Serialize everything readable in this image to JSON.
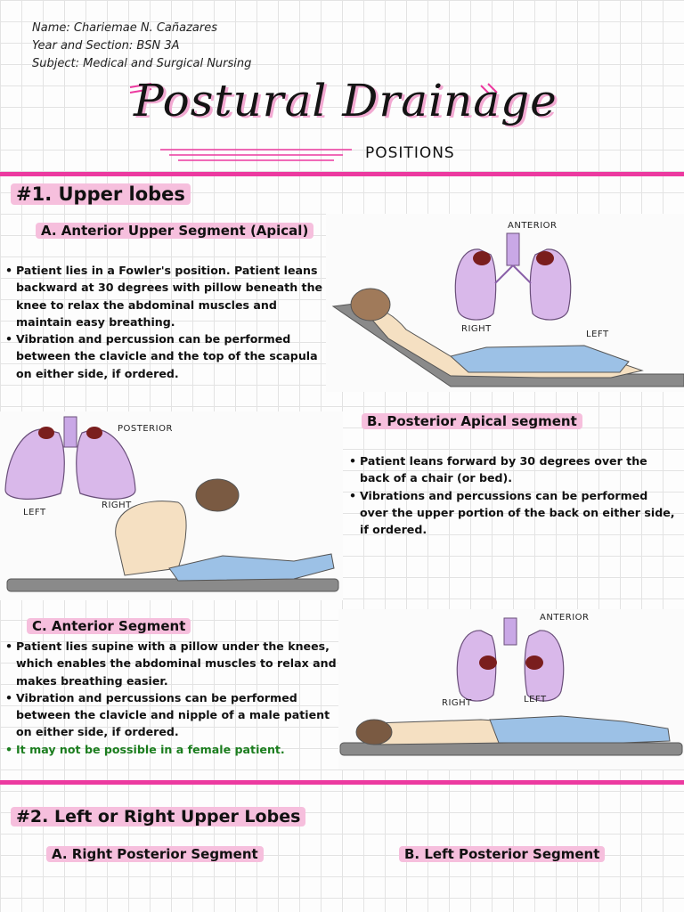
{
  "info": {
    "name": "Name: Chariemae N. Cañazares",
    "year_section": "Year and Section: BSN 3A",
    "subject": "Subject: Medical and Surgical Nursing"
  },
  "title": {
    "main": "Postural Drainage",
    "sub": "POSITIONS"
  },
  "section1": {
    "heading": "#1. Upper lobes",
    "a": {
      "title": "A. Anterior Upper Segment (Apical)",
      "bullets": [
        "Patient lies in a Fowler's position. Patient leans backward at 30 degrees with pillow beneath the knee to relax the abdominal muscles and maintain easy breathing.",
        "Vibration and percussion can be performed between the clavicle and the top of the scapula on either side, if ordered."
      ],
      "img_labels": {
        "top": "ANTERIOR",
        "right": "RIGHT",
        "left": "LEFT"
      }
    },
    "b": {
      "title": "B. Posterior Apical segment",
      "bullets": [
        "Patient leans forward by 30 degrees over the back of a chair (or bed).",
        "Vibrations and percussions can be performed over the upper portion of the back on either side, if ordered."
      ],
      "img_labels": {
        "top": "POSTERIOR",
        "left": "LEFT",
        "right": "RIGHT"
      }
    },
    "c": {
      "title": "C. Anterior Segment",
      "bullets": [
        "Patient lies supine with a pillow under the knees, which enables the abdominal muscles to relax and makes breathing easier.",
        "Vibration and percussions can be performed between the clavicle and nipple of a male patient on either side, if ordered."
      ],
      "note": "It may not be possible in a female patient.",
      "img_labels": {
        "top": "ANTERIOR",
        "right": "RIGHT",
        "left": "LEFT"
      }
    }
  },
  "section2": {
    "heading": "#2. Left or Right Upper Lobes",
    "a_title": "A. Right Posterior Segment",
    "b_title": "B. Left Posterior Segment"
  },
  "colors": {
    "accent": "#ec3aa0",
    "highlight": "#f6bfdd",
    "lung": "#d9b8ea",
    "note_green": "#1b7d1e"
  }
}
